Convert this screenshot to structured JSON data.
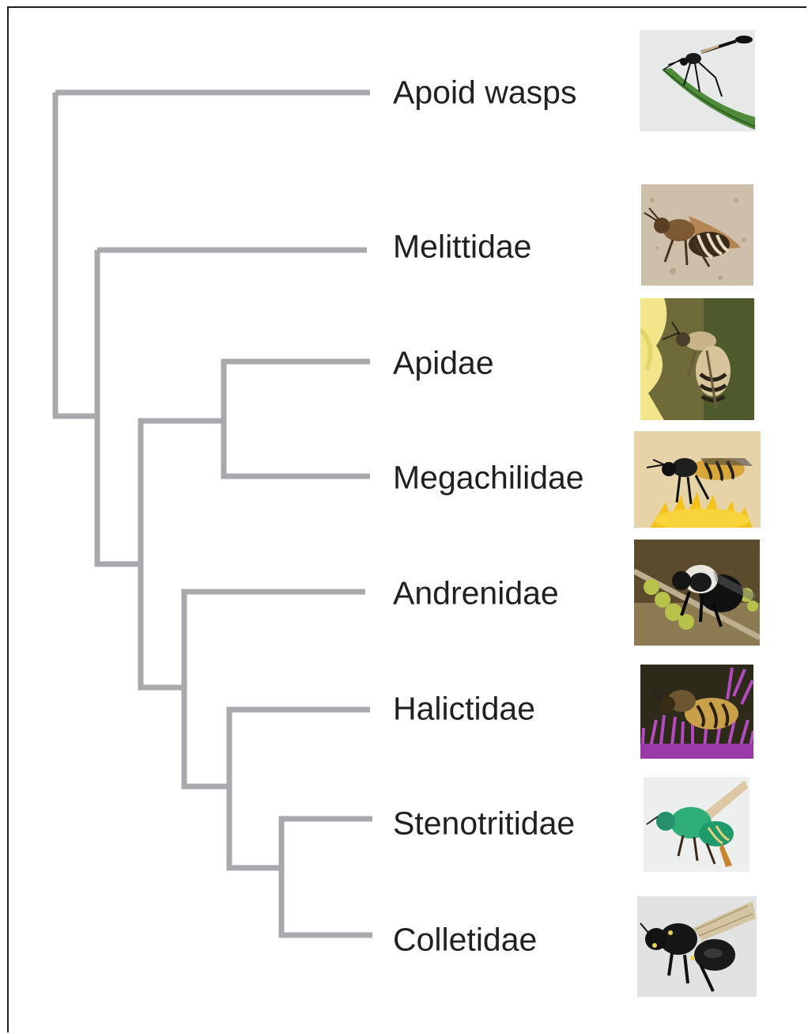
{
  "tree": {
    "line_color": "#a7a9ac",
    "taxa": [
      {
        "id": "apoid-wasps",
        "label": "Apoid wasps",
        "photo_icon": "wasp-photo"
      },
      {
        "id": "melittidae",
        "label": "Melittidae",
        "photo_icon": "bee-photo"
      },
      {
        "id": "apidae",
        "label": "Apidae",
        "photo_icon": "bee-on-flower-photo"
      },
      {
        "id": "megachilidae",
        "label": "Megachilidae",
        "photo_icon": "bee-on-yellow-flower-photo"
      },
      {
        "id": "andrenidae",
        "label": "Andrenidae",
        "photo_icon": "bee-on-catkin-photo"
      },
      {
        "id": "halictidae",
        "label": "Halictidae",
        "photo_icon": "bee-on-thistle-photo"
      },
      {
        "id": "stenotritidae",
        "label": "Stenotritidae",
        "photo_icon": "green-bee-photo"
      },
      {
        "id": "colletidae",
        "label": "Colletidae",
        "photo_icon": "black-bee-photo"
      }
    ]
  }
}
